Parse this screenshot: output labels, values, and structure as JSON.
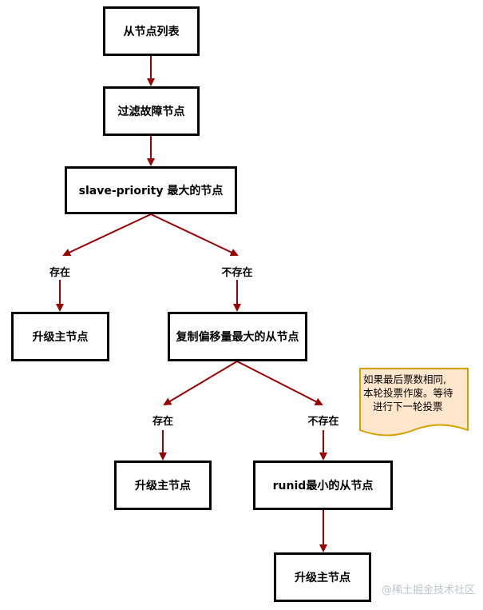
{
  "nodes": {
    "slave_list": "从节点列表",
    "filter_faulty": "过滤故障节点",
    "max_priority": "slave-priority 最大的节点",
    "promote_1": "升级主节点",
    "max_offset": "复制偏移量最大的从节点",
    "promote_2": "升级主节点",
    "min_runid": "runid最小的从节点",
    "promote_3": "升级主节点"
  },
  "branches": {
    "priority_exists": "存在",
    "priority_not_exists": "不存在",
    "offset_exists": "存在",
    "offset_not_exists": "不存在"
  },
  "note": {
    "line1": "如果最后票数相同,",
    "line2": "本轮投票作废。等待",
    "line3": "进行下一轮投票"
  },
  "watermark": "@稀土掘金技术社区",
  "colors": {
    "arrow": "#990000",
    "note_fill": "#ffe6cc",
    "note_border": "#d6a000",
    "box_border": "#000000"
  }
}
